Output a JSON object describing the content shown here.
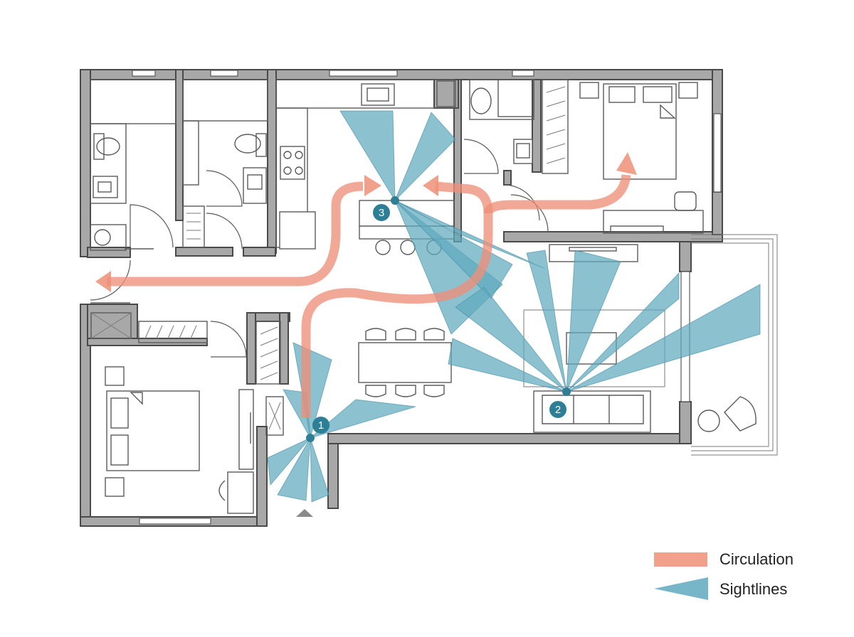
{
  "markers": [
    {
      "id": "marker-1",
      "label": "1"
    },
    {
      "id": "marker-2",
      "label": "2"
    },
    {
      "id": "marker-3",
      "label": "3"
    }
  ],
  "legend": {
    "circulation_label": "Circulation",
    "sightlines_label": "Sightlines"
  },
  "colors": {
    "circulation": "#ee8f78",
    "sightlines": "#5fa9be",
    "viewpoint": "#2e7f96",
    "wall": "#a8a8a8"
  }
}
